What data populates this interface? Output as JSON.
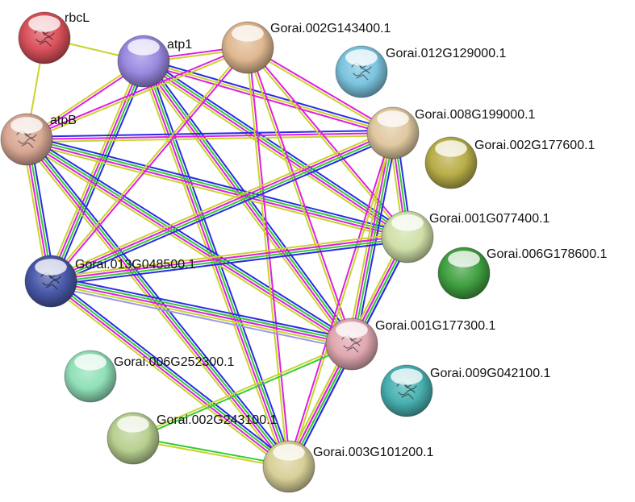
{
  "network": {
    "edge_colors": {
      "experiments": "#e01ee0",
      "databases": "#2a2ae8",
      "textmining": "#c8d42a",
      "coexpression": "#1e7a1e",
      "neighborhood": "#33cc33",
      "homology": "#9a9ae8"
    },
    "nodes": [
      {
        "id": "rbcL",
        "label": "rbcL",
        "color": "#d9505a",
        "icon": "protein-structure-icon"
      },
      {
        "id": "atp1",
        "label": "atp1",
        "color": "#9a88e0",
        "icon": ""
      },
      {
        "id": "atpB",
        "label": "atpB",
        "color": "#d9a894",
        "icon": "protein-structure-icon"
      },
      {
        "id": "g2_143400",
        "label": "Gorai.002G143400.1",
        "color": "#e0b890",
        "icon": ""
      },
      {
        "id": "g12_129000",
        "label": "Gorai.012G129000.1",
        "color": "#7cc4e0",
        "icon": "protein-structure-icon"
      },
      {
        "id": "g8_199000",
        "label": "Gorai.008G199000.1",
        "color": "#e0c8a0",
        "icon": ""
      },
      {
        "id": "g2_177600",
        "label": "Gorai.002G177600.1",
        "color": "#b8ae48",
        "icon": ""
      },
      {
        "id": "g1_077400",
        "label": "Gorai.001G077400.1",
        "color": "#d0e0a8",
        "icon": ""
      },
      {
        "id": "g6_178600",
        "label": "Gorai.006G178600.1",
        "color": "#40a040",
        "icon": ""
      },
      {
        "id": "g13_048500",
        "label": "Gorai.013G048500.1",
        "color": "#4858a8",
        "icon": "protein-structure-icon"
      },
      {
        "id": "g1_177300",
        "label": "Gorai.001G177300.1",
        "color": "#e0a8b0",
        "icon": "protein-structure-icon"
      },
      {
        "id": "g6_252300",
        "label": "Gorai.006G252300.1",
        "color": "#90e0b8",
        "icon": ""
      },
      {
        "id": "g9_042100",
        "label": "Gorai.009G042100.1",
        "color": "#48b0b0",
        "icon": "protein-structure-icon"
      },
      {
        "id": "g2_243100",
        "label": "Gorai.002G243100.1",
        "color": "#b8d090",
        "icon": ""
      },
      {
        "id": "g3_101200",
        "label": "Gorai.003G101200.1",
        "color": "#d8d098",
        "icon": ""
      }
    ],
    "edges": [
      {
        "a": "rbcL",
        "b": "atp1",
        "types": [
          "textmining"
        ]
      },
      {
        "a": "rbcL",
        "b": "atpB",
        "types": [
          "textmining"
        ]
      },
      {
        "a": "atp1",
        "b": "atpB",
        "types": [
          "experiments",
          "textmining"
        ]
      },
      {
        "a": "atp1",
        "b": "g2_143400",
        "types": [
          "experiments",
          "textmining"
        ]
      },
      {
        "a": "atp1",
        "b": "g8_199000",
        "types": [
          "databases",
          "textmining",
          "experiments"
        ]
      },
      {
        "a": "atp1",
        "b": "g1_077400",
        "types": [
          "databases",
          "neighborhood",
          "experiments",
          "textmining"
        ]
      },
      {
        "a": "atp1",
        "b": "g13_048500",
        "types": [
          "databases",
          "neighborhood",
          "experiments",
          "textmining"
        ]
      },
      {
        "a": "atp1",
        "b": "g1_177300",
        "types": [
          "databases",
          "neighborhood",
          "experiments",
          "textmining"
        ]
      },
      {
        "a": "atp1",
        "b": "g3_101200",
        "types": [
          "databases",
          "neighborhood",
          "experiments",
          "textmining"
        ]
      },
      {
        "a": "atpB",
        "b": "g2_143400",
        "types": [
          "experiments",
          "textmining"
        ]
      },
      {
        "a": "atpB",
        "b": "g8_199000",
        "types": [
          "databases",
          "experiments",
          "textmining"
        ]
      },
      {
        "a": "atpB",
        "b": "g1_077400",
        "types": [
          "databases",
          "neighborhood",
          "experiments",
          "textmining"
        ]
      },
      {
        "a": "atpB",
        "b": "g13_048500",
        "types": [
          "databases",
          "neighborhood",
          "experiments",
          "textmining"
        ]
      },
      {
        "a": "atpB",
        "b": "g1_177300",
        "types": [
          "databases",
          "neighborhood",
          "experiments",
          "textmining"
        ]
      },
      {
        "a": "atpB",
        "b": "g3_101200",
        "types": [
          "databases",
          "neighborhood",
          "experiments",
          "textmining"
        ]
      },
      {
        "a": "g2_143400",
        "b": "g8_199000",
        "types": [
          "experiments",
          "textmining"
        ]
      },
      {
        "a": "g2_143400",
        "b": "g1_077400",
        "types": [
          "experiments",
          "textmining"
        ]
      },
      {
        "a": "g2_143400",
        "b": "g13_048500",
        "types": [
          "experiments",
          "textmining"
        ]
      },
      {
        "a": "g2_143400",
        "b": "g1_177300",
        "types": [
          "experiments",
          "textmining"
        ]
      },
      {
        "a": "g2_143400",
        "b": "g3_101200",
        "types": [
          "experiments",
          "textmining"
        ]
      },
      {
        "a": "g8_199000",
        "b": "g1_077400",
        "types": [
          "databases",
          "neighborhood",
          "experiments",
          "textmining"
        ]
      },
      {
        "a": "g8_199000",
        "b": "g13_048500",
        "types": [
          "databases",
          "neighborhood",
          "experiments",
          "textmining"
        ]
      },
      {
        "a": "g8_199000",
        "b": "g1_177300",
        "types": [
          "databases",
          "neighborhood",
          "experiments",
          "textmining"
        ]
      },
      {
        "a": "g8_199000",
        "b": "g3_101200",
        "types": [
          "textmining",
          "experiments"
        ]
      },
      {
        "a": "g1_077400",
        "b": "g13_048500",
        "types": [
          "databases",
          "neighborhood",
          "experiments",
          "textmining"
        ]
      },
      {
        "a": "g1_077400",
        "b": "g1_177300",
        "types": [
          "databases",
          "neighborhood",
          "experiments",
          "textmining"
        ]
      },
      {
        "a": "g1_077400",
        "b": "g3_101200",
        "types": [
          "databases",
          "neighborhood",
          "experiments",
          "textmining"
        ]
      },
      {
        "a": "g13_048500",
        "b": "g1_177300",
        "types": [
          "databases",
          "neighborhood",
          "experiments",
          "textmining",
          "homology"
        ]
      },
      {
        "a": "g13_048500",
        "b": "g3_101200",
        "types": [
          "databases",
          "neighborhood",
          "experiments",
          "textmining"
        ]
      },
      {
        "a": "g1_177300",
        "b": "g3_101200",
        "types": [
          "databases",
          "neighborhood",
          "experiments",
          "textmining"
        ]
      },
      {
        "a": "g1_177300",
        "b": "g2_243100",
        "types": [
          "neighborhood",
          "textmining"
        ]
      },
      {
        "a": "g2_243100",
        "b": "g3_101200",
        "types": [
          "neighborhood",
          "textmining"
        ]
      }
    ]
  }
}
